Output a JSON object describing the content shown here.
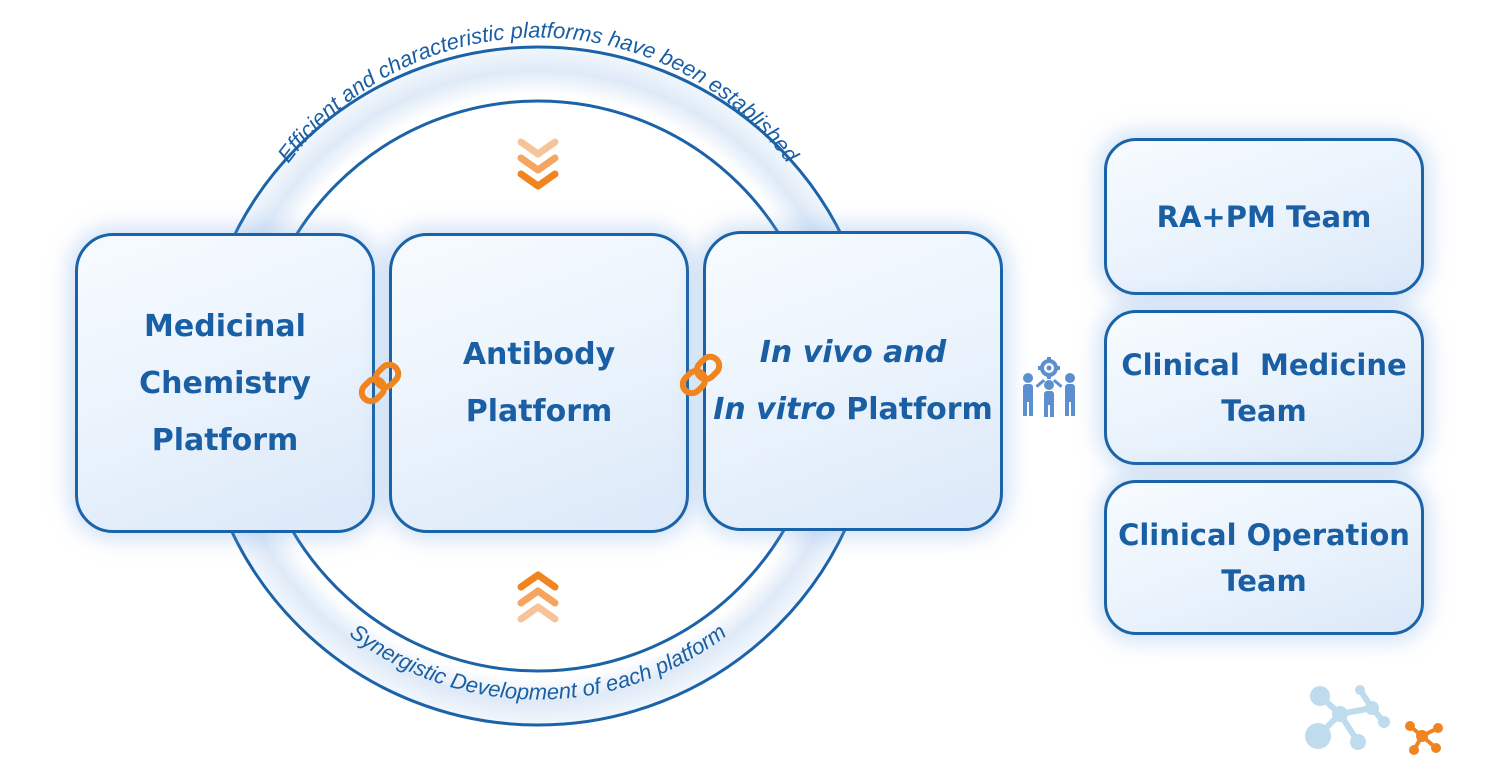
{
  "ring": {
    "top_text": "Efficient and characteristic platforms have been established",
    "bottom_text": "Synergistic Development of each platform"
  },
  "platforms": [
    {
      "lines": [
        "Medicinal",
        "Chemistry",
        "Platform"
      ]
    },
    {
      "lines": [
        "Antibody",
        "Platform"
      ]
    },
    {
      "line1_italic": "In vivo and",
      "line2_italic": "In vitro",
      "line2_rest": " Platform"
    }
  ],
  "teams": [
    {
      "lines": [
        "RA+PM Team"
      ]
    },
    {
      "lines": [
        "Clinical  Medicine",
        "Team"
      ]
    },
    {
      "lines": [
        "Clinical Operation",
        "Team"
      ]
    }
  ],
  "colors": {
    "primary_blue": "#1b63a8",
    "text_blue": "#1a5fa4",
    "accent_orange": "#f0841e",
    "ring_fill": "#e6eff9"
  },
  "icons": [
    "link-icon",
    "chevron-down-icon",
    "chevron-up-icon",
    "team-gears-icon",
    "molecule-icon"
  ]
}
